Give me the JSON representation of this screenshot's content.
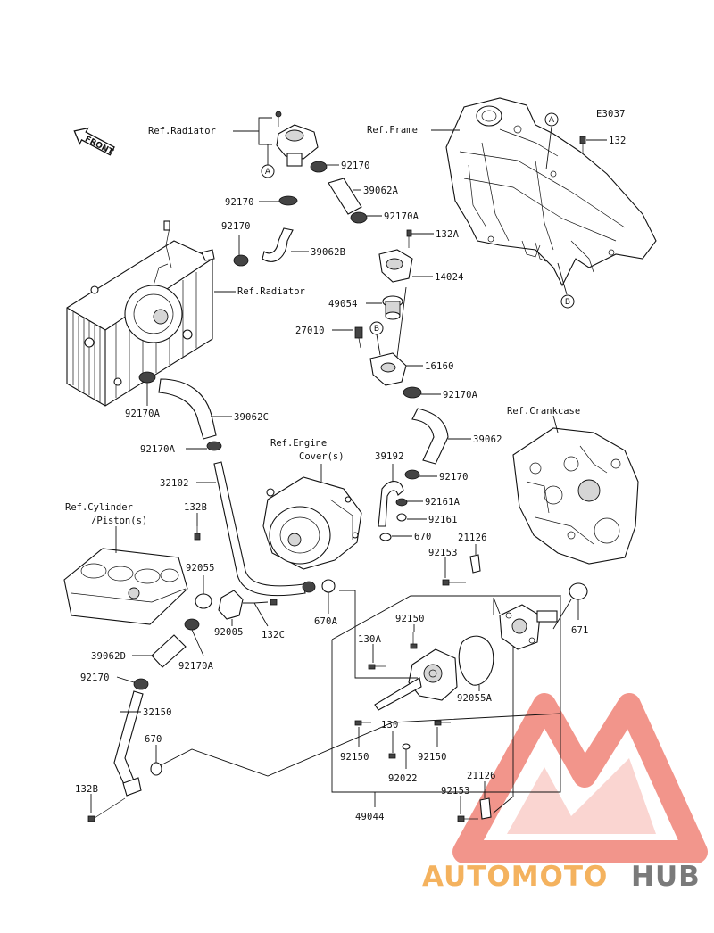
{
  "diagram_code": "E3037",
  "front_label": "FRONT",
  "refs": {
    "radiator_top": "Ref.Radiator",
    "radiator": "Ref.Radiator",
    "frame": "Ref.Frame",
    "crankcase": "Ref.Crankcase",
    "engine_cover_1": "Ref.Engine",
    "engine_cover_2": "Cover(s)",
    "cylinder_1": "Ref.Cylinder",
    "cylinder_2": "/Piston(s)"
  },
  "callouts": {
    "a": "A",
    "b": "B"
  },
  "parts": {
    "p92170_cap": "92170",
    "p39062A": "39062A",
    "p92170_mid": "92170",
    "p92170A_top": "92170A",
    "p132A": "132A",
    "p92170_left": "92170",
    "p39062B": "39062B",
    "p14024": "14024",
    "p49054": "49054",
    "p27010": "27010",
    "p16160": "16160",
    "p92170A_right": "92170A",
    "p92170A_left": "92170A",
    "p39062C": "39062C",
    "p39062": "39062",
    "p92170A_pipe": "92170A",
    "p39192": "39192",
    "p92170_hose": "92170",
    "p32102": "32102",
    "p92161A": "92161A",
    "p132B_top": "132B",
    "p92161": "92161",
    "p670_right": "670",
    "p21126_top": "21126",
    "p92153_top": "92153",
    "p92055": "92055",
    "p670A": "670A",
    "p671": "671",
    "p92005": "92005",
    "p132C": "132C",
    "p92150_top": "92150",
    "p130A": "130A",
    "p39062D": "39062D",
    "p92170A_bottom": "92170A",
    "p92055A": "92055A",
    "p92170_bottom": "92170",
    "p32150": "32150",
    "p130": "130",
    "p670_left": "670",
    "p92150_left": "92150",
    "p92150_right": "92150",
    "p92022": "92022",
    "p132B_bottom": "132B",
    "p21126_bottom": "21126",
    "p92153_bottom": "92153",
    "p49044": "49044",
    "p132_top": "132"
  },
  "watermark": {
    "part1": "AUTOMOTO",
    "part2": "HUB"
  },
  "colors": {
    "watermark_red": "#e8402e",
    "watermark_orange": "#f4b25e",
    "watermark_grey": "#7a7a7a",
    "line": "#111111"
  }
}
